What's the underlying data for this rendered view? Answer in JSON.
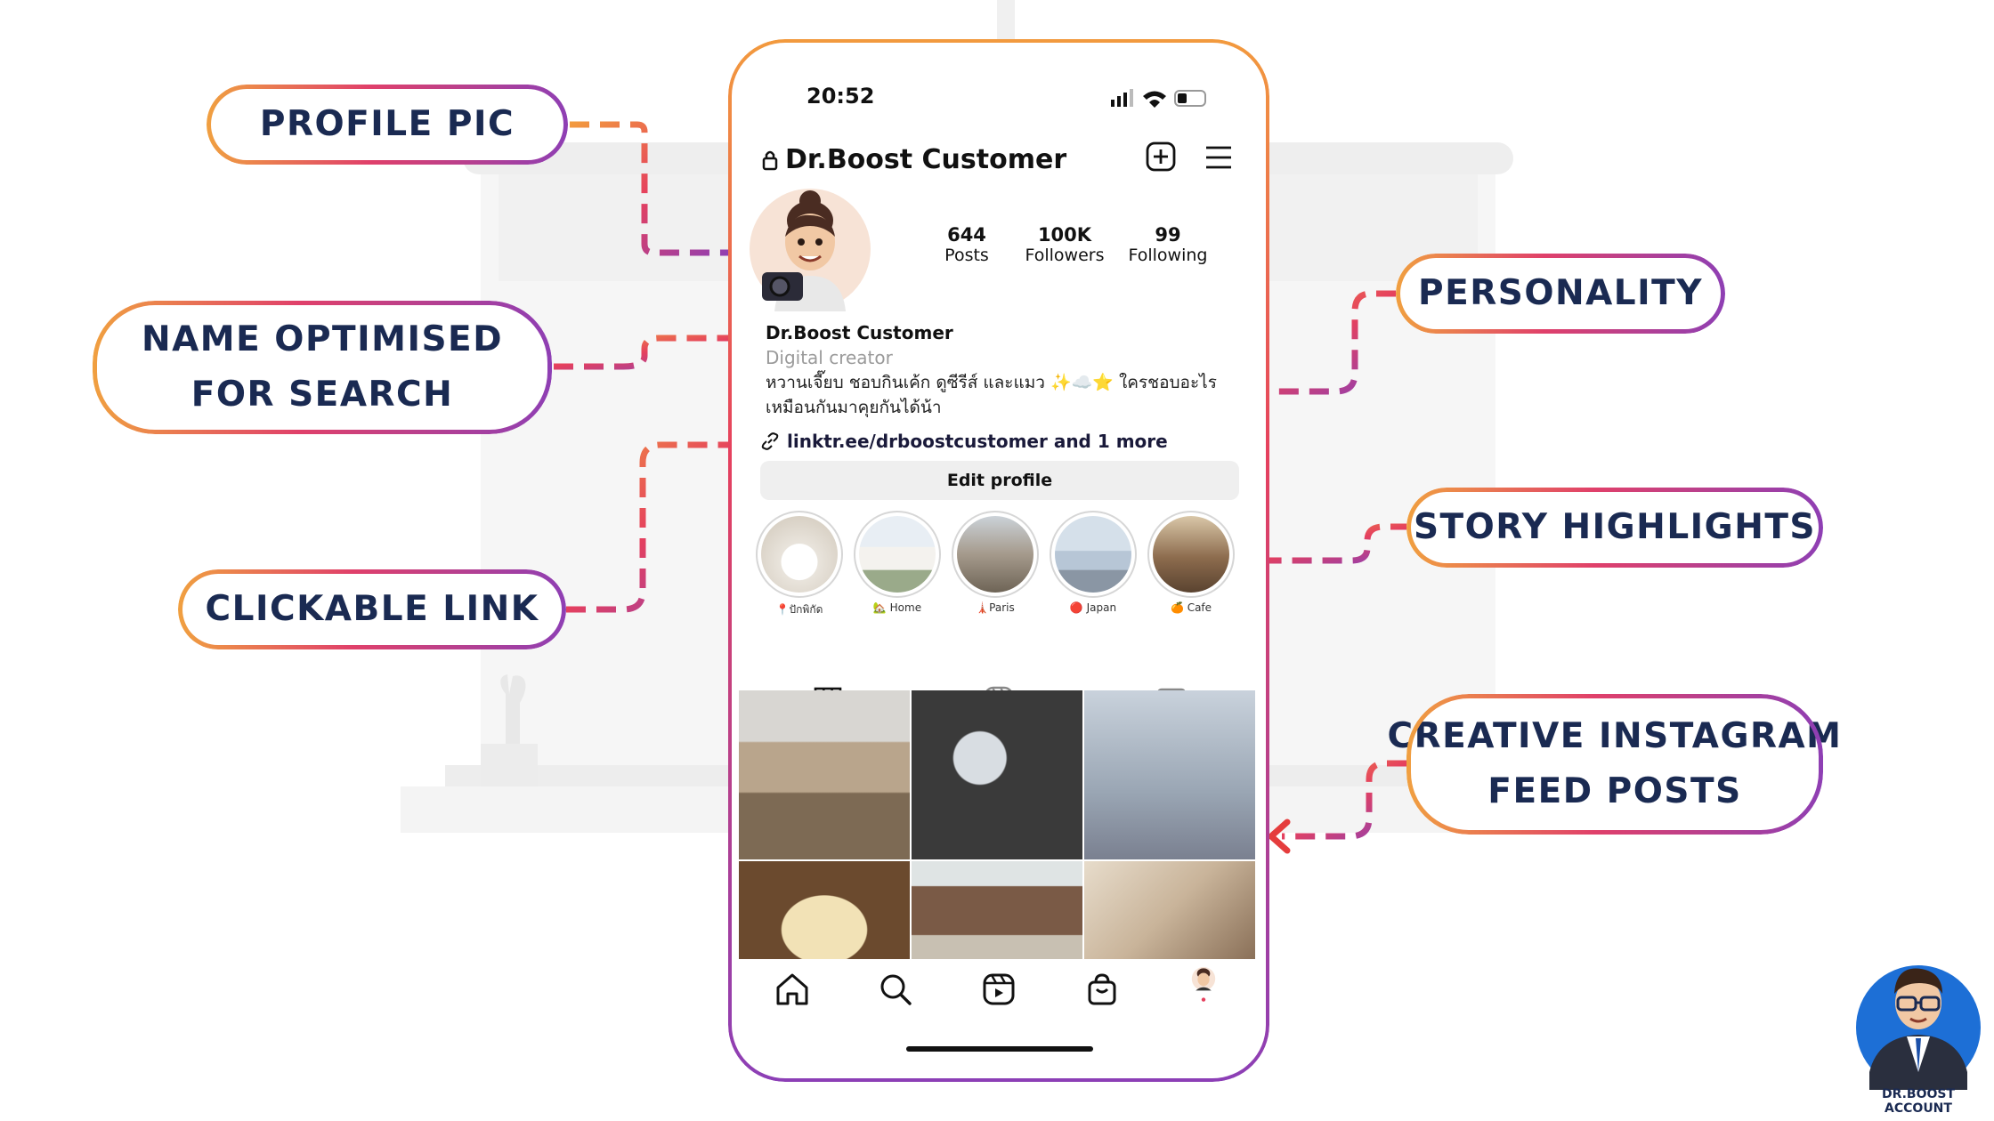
{
  "callouts": {
    "profile_pic": "PROFILE PIC",
    "name_line1": "NAME OPTIMISED",
    "name_line2": "FOR SEARCH",
    "clickable_link": "CLICKABLE LINK",
    "personality": "PERSONALITY",
    "story_highlights": "STORY HIGHLIGHTS",
    "feed_line1": "CREATIVE INSTAGRAM",
    "feed_line2": "FEED POSTS"
  },
  "status_bar": {
    "time": "20:52"
  },
  "header": {
    "username": "Dr.Boost Customer"
  },
  "stats": [
    {
      "value": "644",
      "label": "Posts"
    },
    {
      "value": "100K",
      "label": "Followers"
    },
    {
      "value": "99",
      "label": "Following"
    }
  ],
  "bio": {
    "name": "Dr.Boost Customer",
    "category": "Digital creator",
    "text_line1": "หวานเจี๊ยบ ชอบกินเค้ก ดูซีรีส์ และแมว ✨☁️⭐ ใครชอบอะไร",
    "text_line2": "เหมือนกันมาคุยกันได้น้า",
    "link": "linktr.ee/drboostcustomer and 1 more"
  },
  "edit_profile_label": "Edit profile",
  "highlights": [
    {
      "label": "📍ปักพิกัด",
      "color": "#e9e4dc"
    },
    {
      "label": "🏡 Home",
      "color": "#cfd6dc"
    },
    {
      "label": "🗼Paris",
      "color": "#a59a8c"
    },
    {
      "label": "🔴 Japan",
      "color": "#b7c6d6"
    },
    {
      "label": "🍊 Cafe",
      "color": "#8c6b4d"
    }
  ],
  "posts": [
    {
      "color": "#b9a58c"
    },
    {
      "color": "#3a3a3a"
    },
    {
      "color": "#9aa6b4"
    },
    {
      "color": "#6b4a2e"
    },
    {
      "color": "#7a5a46"
    },
    {
      "color": "#c9b49a"
    }
  ],
  "brand": {
    "label": "DR.BOOST ACCOUNT"
  },
  "colors": {
    "accent_orange": "#f29a3e",
    "accent_red": "#e5405e",
    "accent_purple": "#8c3fb6",
    "navy": "#1a2a52"
  }
}
